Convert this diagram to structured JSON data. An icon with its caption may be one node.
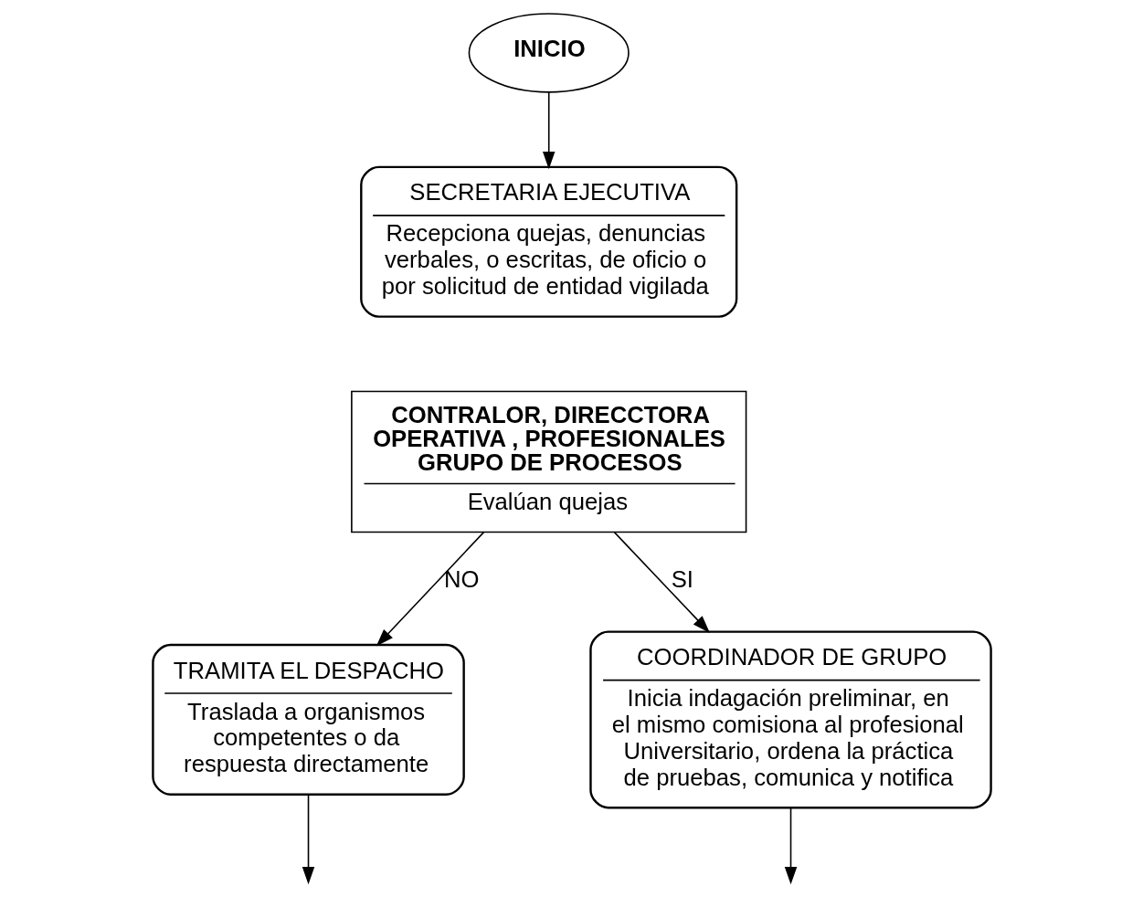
{
  "diagram": {
    "nodes": [
      {
        "text": [
          "INICIO"
        ]
      },
      {
        "text": [
          "SECRETARIA EJECUTIVA",
          "Recepciona quejas, denuncias verbales, o escritas, de oficio o por solicitud de entidad vigilada"
        ]
      },
      {
        "text": [
          "CONTRALOR, DIRECCTORA OPERATIVA , PROFESIONALES GRUPO DE PROCESOS",
          "Evalúan quejas"
        ]
      },
      {
        "text": [
          "TRAMITA EL DESPACHO",
          "Traslada a organismos competentes o da respuesta directamente"
        ]
      },
      {
        "text": [
          "COORDINADOR DE GRUPO",
          "Inicia indagación preliminar, en el mismo comisiona al profesional Universitario, ordena la práctica de pruebas, comunica y notifica"
        ]
      }
    ],
    "edges": [
      {
        "from": 0,
        "to": 1,
        "arrow": "to"
      },
      {
        "from": 2,
        "to": 3,
        "arrow": "to",
        "label": "NO"
      },
      {
        "from": 2,
        "to": 4,
        "arrow": "to",
        "label": "SI"
      },
      {
        "from": 3,
        "to": null,
        "arrow": "to"
      },
      {
        "from": 4,
        "to": null,
        "arrow": "to"
      }
    ]
  }
}
